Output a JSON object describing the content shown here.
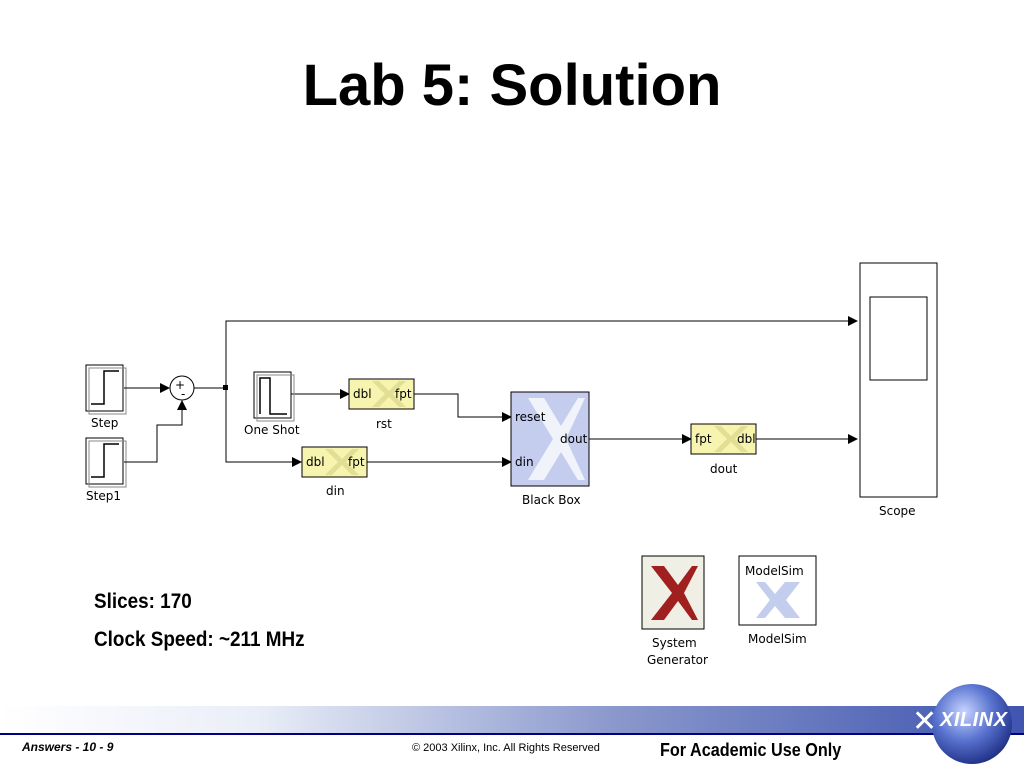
{
  "title": "Lab 5: Solution",
  "blocks": {
    "step": "Step",
    "step1": "Step1",
    "one_shot": "One Shot",
    "rst": "rst",
    "din": "din",
    "black_box": "Black Box",
    "dout": "dout",
    "scope": "Scope",
    "system_generator_line1": "System",
    "system_generator_line2": "Generator",
    "modelsim": "ModelSim",
    "modelsim_inner": "ModelSim"
  },
  "ports": {
    "dbl": "dbl",
    "fpt": "fpt",
    "reset": "reset",
    "din": "din",
    "dout": "dout",
    "plus": "+",
    "minus": "-"
  },
  "stats": {
    "slices": "Slices: 170",
    "clock": "Clock Speed: ~211 MHz"
  },
  "footer": {
    "left": "Answers  -  10 - 9",
    "copyright": "© 2003 Xilinx, Inc. All Rights Reserved",
    "right": "For Academic Use Only",
    "logo": "XILINX"
  },
  "colors": {
    "gateway_fill": "#f7f4b0",
    "blackbox_fill": "#c5cdef",
    "sysgen_x": "#a02020",
    "footer_accent": "#3f55b0"
  }
}
